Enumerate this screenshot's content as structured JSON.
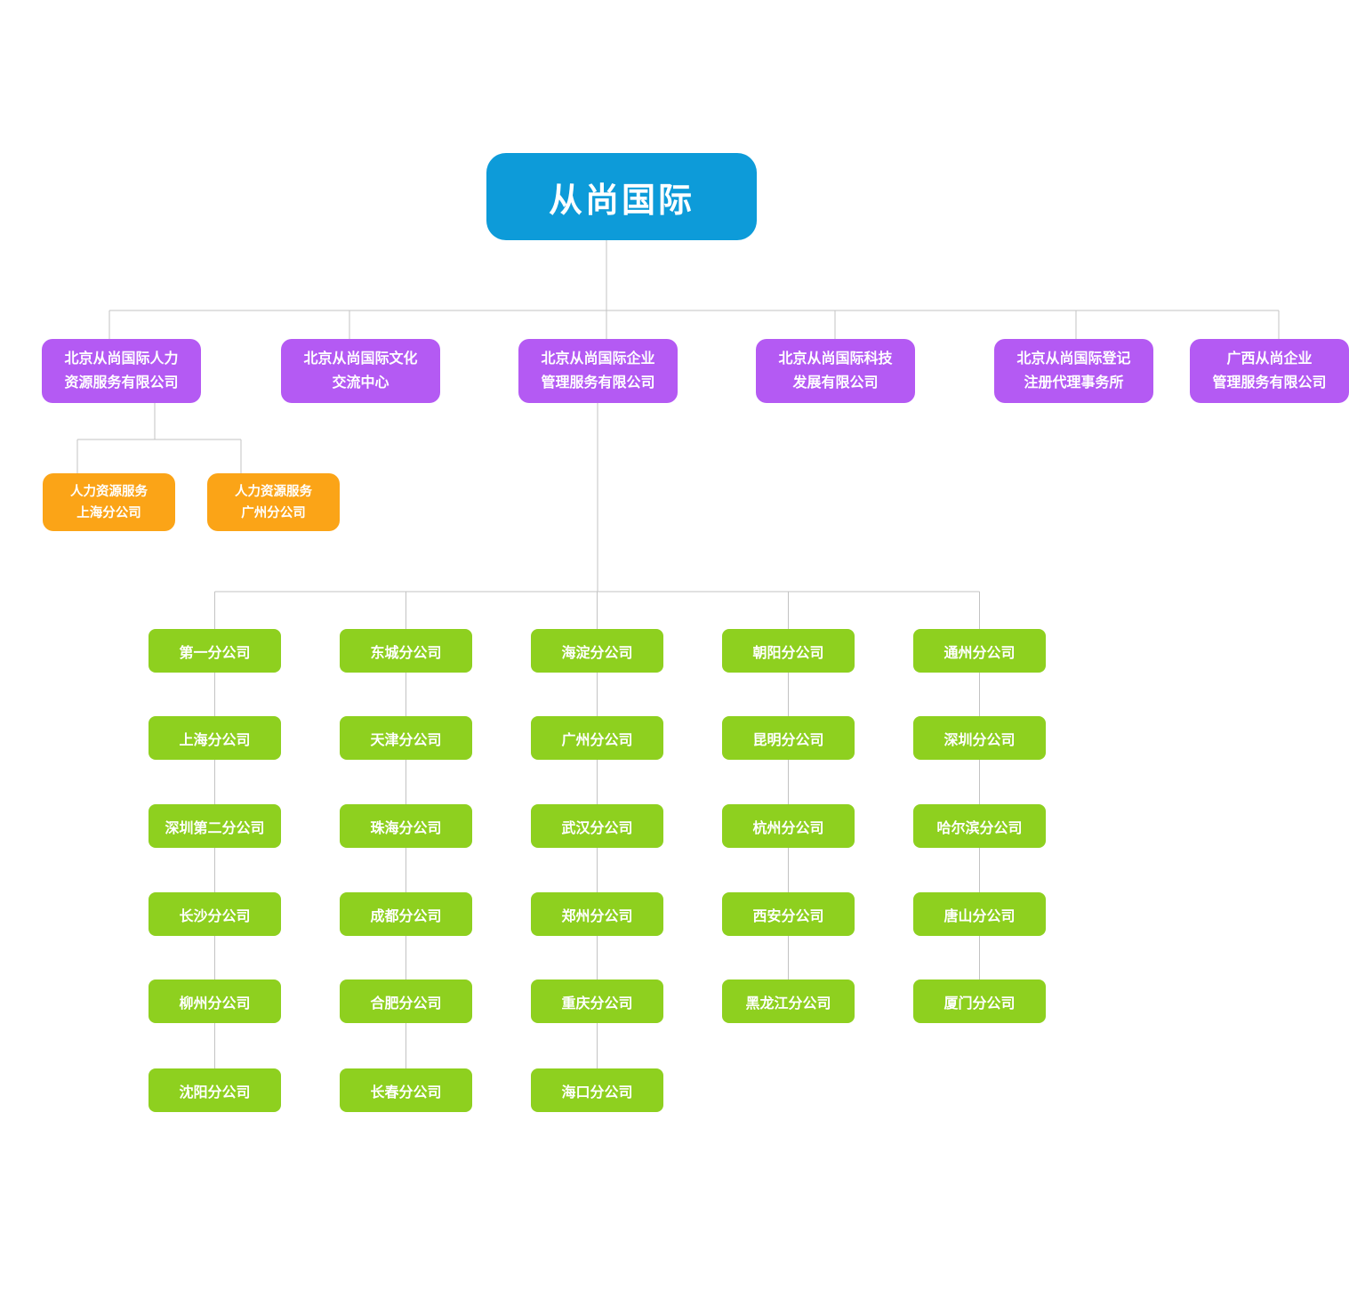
{
  "palette": {
    "page_bg": "#ffffff",
    "root_bg": "#0d9bd9",
    "level2_bg": "#b45af3",
    "branch_bg": "#fba417",
    "leaf_bg": "#8ed01f",
    "node_text": "#ffffff",
    "line": "#c3c3c3"
  },
  "root": {
    "label": "从尚国际"
  },
  "level2_companies": [
    {
      "label": "北京从尚国际人力资源服务有限公司",
      "lines": [
        "北京从尚国际人力",
        "资源服务有限公司"
      ]
    },
    {
      "label": "北京从尚国际文化交流中心",
      "lines": [
        "北京从尚国际文化",
        "交流中心"
      ]
    },
    {
      "label": "北京从尚国际企业管理服务有限公司",
      "lines": [
        "北京从尚国际企业",
        "管理服务有限公司"
      ]
    },
    {
      "label": "北京从尚国际科技发展有限公司",
      "lines": [
        "北京从尚国际科技",
        "发展有限公司"
      ]
    },
    {
      "label": "北京从尚国际登记注册代理事务所",
      "lines": [
        "北京从尚国际登记",
        "注册代理事务所"
      ]
    },
    {
      "label": "广西从尚企业管理服务有限公司",
      "lines": [
        "广西从尚企业",
        "管理服务有限公司"
      ]
    }
  ],
  "hr_branches": [
    {
      "label": "人力资源服务上海分公司",
      "lines": [
        "人力资源服务",
        "上海分公司"
      ]
    },
    {
      "label": "人力资源服务广州分公司",
      "lines": [
        "人力资源服务",
        "广州分公司"
      ]
    }
  ],
  "management_branch_columns": [
    [
      "第一分公司",
      "上海分公司",
      "深圳第二分公司",
      "长沙分公司",
      "柳州分公司",
      "沈阳分公司"
    ],
    [
      "东城分公司",
      "天津分公司",
      "珠海分公司",
      "成都分公司",
      "合肥分公司",
      "长春分公司"
    ],
    [
      "海淀分公司",
      "广州分公司",
      "武汉分公司",
      "郑州分公司",
      "重庆分公司",
      "海口分公司"
    ],
    [
      "朝阳分公司",
      "昆明分公司",
      "杭州分公司",
      "西安分公司",
      "黑龙江分公司"
    ],
    [
      "通州分公司",
      "深圳分公司",
      "哈尔滨分公司",
      "唐山分公司",
      "厦门分公司"
    ]
  ]
}
